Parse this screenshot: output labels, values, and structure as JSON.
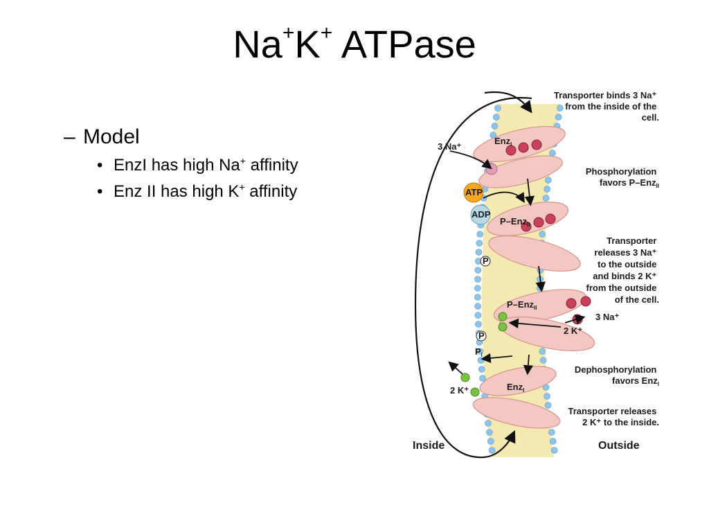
{
  "title": {
    "main1": "Na",
    "sup1": "+",
    "main2": "K",
    "sup2": "+",
    "main3": " ATPase"
  },
  "bullets": {
    "level1_marker": "–",
    "level1_text": "Model",
    "level2_marker": "•",
    "items": [
      {
        "pre": "EnzI has high Na",
        "sup": "+",
        "post": " affinity"
      },
      {
        "pre": "Enz II has high K",
        "sup": "+",
        "post": " affinity"
      }
    ]
  },
  "diagram": {
    "captions": {
      "c1": [
        "Transporter binds 3 Na⁺",
        "from the inside of the",
        "cell."
      ],
      "c2": [
        "Phosphorylation",
        "favors P–Enz"
      ],
      "c2_sub": "II",
      "c3": [
        "Transporter",
        "releases 3 Na⁺",
        "to the outside",
        "and binds 2 K⁺",
        "from the outside",
        "of the cell."
      ],
      "c4": [
        "Dephosphorylation",
        "favors Enz"
      ],
      "c4_sub": "I",
      "c5": [
        "Transporter releases",
        "2 K⁺ to the inside."
      ]
    },
    "labels": {
      "na3_in": "3 Na⁺",
      "enz1": "Enz",
      "enz1_sub": "I",
      "atp": "ATP",
      "adp": "ADP",
      "penz2a": "P–Enz",
      "penz2a_sub": "II",
      "p1": "P",
      "penz2b": "P–Enz",
      "penz2b_sub": "II",
      "na3_out": "3 Na⁺",
      "k2_out": "2 K⁺",
      "p2": "P",
      "pi": "P",
      "pi_sub": "i",
      "enz1b": "Enz",
      "enz1b_sub": "I",
      "k2_in": "2 K⁺",
      "inside": "Inside",
      "outside": "Outside"
    }
  },
  "colors": {
    "lipid_head": "#8ec3ea",
    "lipid_tail": "#f3e7a8",
    "protein": "#f3c7c2",
    "protein_edge": "#d8948e",
    "na_ion": "#c9405a",
    "k_ion": "#7cc242",
    "atp": "#f5a623",
    "adp": "#b9d9e6"
  }
}
